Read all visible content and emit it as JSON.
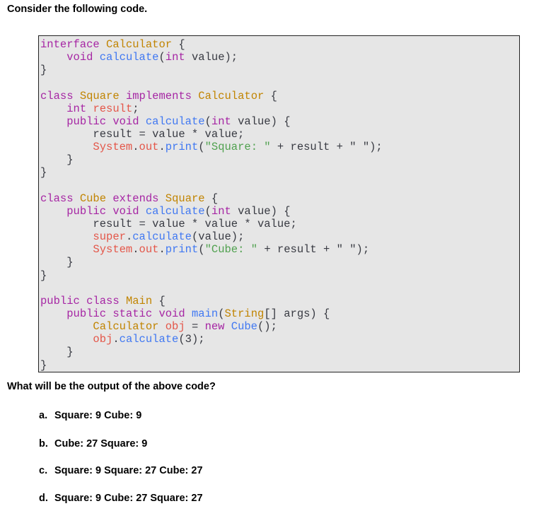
{
  "title": "Consider the following code.",
  "colors": {
    "keyword": "#a626a4",
    "class": "#c18401",
    "function": "#4078f2",
    "variable": "#e45649",
    "string": "#50a14f",
    "plain": "#383a42",
    "code_bg": "#e6e6e6"
  },
  "code_lines": [
    [
      [
        "interface",
        "k"
      ],
      [
        " ",
        "p"
      ],
      [
        "Calculator",
        "c"
      ],
      [
        " {",
        "p"
      ]
    ],
    [
      [
        "    ",
        "p"
      ],
      [
        "void",
        "k"
      ],
      [
        " ",
        "p"
      ],
      [
        "calculate",
        "f"
      ],
      [
        "(",
        "p"
      ],
      [
        "int",
        "k"
      ],
      [
        " value);",
        "p"
      ]
    ],
    [
      [
        "}",
        "p"
      ]
    ],
    [],
    [
      [
        "class",
        "k"
      ],
      [
        " ",
        "p"
      ],
      [
        "Square",
        "c"
      ],
      [
        " ",
        "p"
      ],
      [
        "implements",
        "k"
      ],
      [
        " ",
        "p"
      ],
      [
        "Calculator",
        "c"
      ],
      [
        " {",
        "p"
      ]
    ],
    [
      [
        "    ",
        "p"
      ],
      [
        "int",
        "k"
      ],
      [
        " ",
        "p"
      ],
      [
        "result",
        "v"
      ],
      [
        ";",
        "p"
      ]
    ],
    [
      [
        "    ",
        "p"
      ],
      [
        "public void",
        "k"
      ],
      [
        " ",
        "p"
      ],
      [
        "calculate",
        "f"
      ],
      [
        "(",
        "p"
      ],
      [
        "int",
        "k"
      ],
      [
        " value) {",
        "p"
      ]
    ],
    [
      [
        "        result = value * value;",
        "p"
      ]
    ],
    [
      [
        "        ",
        "p"
      ],
      [
        "System",
        "v"
      ],
      [
        ".",
        "p"
      ],
      [
        "out",
        "v"
      ],
      [
        ".",
        "p"
      ],
      [
        "print",
        "f"
      ],
      [
        "(",
        "p"
      ],
      [
        "\"Square: \"",
        "s"
      ],
      [
        " + result + \" \");",
        "p"
      ]
    ],
    [
      [
        "    }",
        "p"
      ]
    ],
    [
      [
        "}",
        "p"
      ]
    ],
    [],
    [
      [
        "class",
        "k"
      ],
      [
        " ",
        "p"
      ],
      [
        "Cube",
        "c"
      ],
      [
        " ",
        "p"
      ],
      [
        "extends",
        "k"
      ],
      [
        " ",
        "p"
      ],
      [
        "Square",
        "c"
      ],
      [
        " {",
        "p"
      ]
    ],
    [
      [
        "    ",
        "p"
      ],
      [
        "public void",
        "k"
      ],
      [
        " ",
        "p"
      ],
      [
        "calculate",
        "f"
      ],
      [
        "(",
        "p"
      ],
      [
        "int",
        "k"
      ],
      [
        " value) {",
        "p"
      ]
    ],
    [
      [
        "        result = value * value * value;",
        "p"
      ]
    ],
    [
      [
        "        ",
        "p"
      ],
      [
        "super",
        "v"
      ],
      [
        ".",
        "p"
      ],
      [
        "calculate",
        "f"
      ],
      [
        "(value);",
        "p"
      ]
    ],
    [
      [
        "        ",
        "p"
      ],
      [
        "System",
        "v"
      ],
      [
        ".",
        "p"
      ],
      [
        "out",
        "v"
      ],
      [
        ".",
        "p"
      ],
      [
        "print",
        "f"
      ],
      [
        "(",
        "p"
      ],
      [
        "\"Cube: \"",
        "s"
      ],
      [
        " + result + \" \");",
        "p"
      ]
    ],
    [
      [
        "    }",
        "p"
      ]
    ],
    [
      [
        "}",
        "p"
      ]
    ],
    [],
    [
      [
        "public class",
        "k"
      ],
      [
        " ",
        "p"
      ],
      [
        "Main",
        "c"
      ],
      [
        " {",
        "p"
      ]
    ],
    [
      [
        "    ",
        "p"
      ],
      [
        "public static void",
        "k"
      ],
      [
        " ",
        "p"
      ],
      [
        "main",
        "f"
      ],
      [
        "(",
        "p"
      ],
      [
        "String",
        "c"
      ],
      [
        "[] args) {",
        "p"
      ]
    ],
    [
      [
        "        ",
        "p"
      ],
      [
        "Calculator",
        "c"
      ],
      [
        " ",
        "p"
      ],
      [
        "obj",
        "v"
      ],
      [
        " = ",
        "p"
      ],
      [
        "new",
        "k"
      ],
      [
        " ",
        "p"
      ],
      [
        "Cube",
        "f"
      ],
      [
        "();",
        "p"
      ]
    ],
    [
      [
        "        ",
        "p"
      ],
      [
        "obj",
        "v"
      ],
      [
        ".",
        "p"
      ],
      [
        "calculate",
        "f"
      ],
      [
        "(3);",
        "p"
      ]
    ],
    [
      [
        "    }",
        "p"
      ]
    ],
    [
      [
        "}",
        "p"
      ]
    ]
  ],
  "question": "What will be the output of the above code?",
  "options": [
    {
      "letter": "a.",
      "text": "Square: 9 Cube: 9"
    },
    {
      "letter": "b.",
      "text": "Cube: 27 Square: 9"
    },
    {
      "letter": "c.",
      "text": "Square: 9 Square: 27 Cube: 27"
    },
    {
      "letter": "d.",
      "text": "Square: 9 Cube: 27 Square: 27"
    }
  ]
}
